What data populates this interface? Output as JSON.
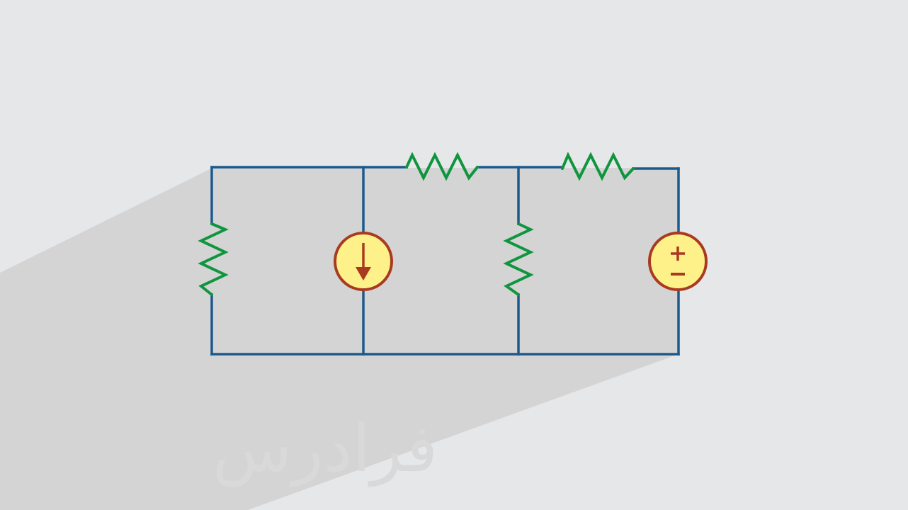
{
  "watermark": {
    "text": "فرادرس"
  },
  "colors": {
    "background": "#e6e7e9",
    "shadow": "#d4d4d4",
    "wire": "#1d5a8c",
    "resistor": "#10953f",
    "source_fill": "#fff18a",
    "source_stroke": "#a83a22"
  },
  "components": [
    {
      "name": "resistor-left-vertical",
      "icon": "resistor-icon"
    },
    {
      "name": "current-source",
      "icon": "current-source-arrow-down-icon"
    },
    {
      "name": "resistor-top-middle",
      "icon": "resistor-icon"
    },
    {
      "name": "resistor-middle-vertical",
      "icon": "resistor-icon"
    },
    {
      "name": "resistor-top-right",
      "icon": "resistor-icon"
    },
    {
      "name": "voltage-source",
      "icon": "voltage-source-plus-minus-icon"
    }
  ]
}
